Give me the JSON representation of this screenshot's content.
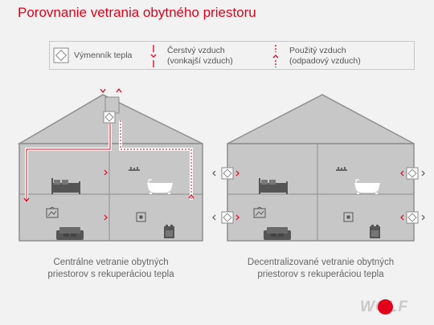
{
  "title": "Porovnanie vetrania obytného priestoru",
  "legend": {
    "exchanger": "Výmenník tepla",
    "fresh_line1": "Čerstvý vzduch",
    "fresh_line2": "(vonkajší vzduch)",
    "used_line1": "Použitý vzduch",
    "used_line2": "(odpadový vzduch)"
  },
  "captions": {
    "central_line1": "Centrálne vetranie obytných",
    "central_line2": "priestorov s rekuperáciou tepla",
    "decentral_line1": "Decentralizované vetranie obytných",
    "decentral_line2": "priestorov s rekuperáciou tepla"
  },
  "brand": {
    "logo": "WOLF",
    "accent": "#e2001a"
  },
  "colors": {
    "house": "#8e8e8e",
    "house_light": "#c6c6c6",
    "fresh_air": "#e2001a",
    "used_air": "#e2001a"
  }
}
